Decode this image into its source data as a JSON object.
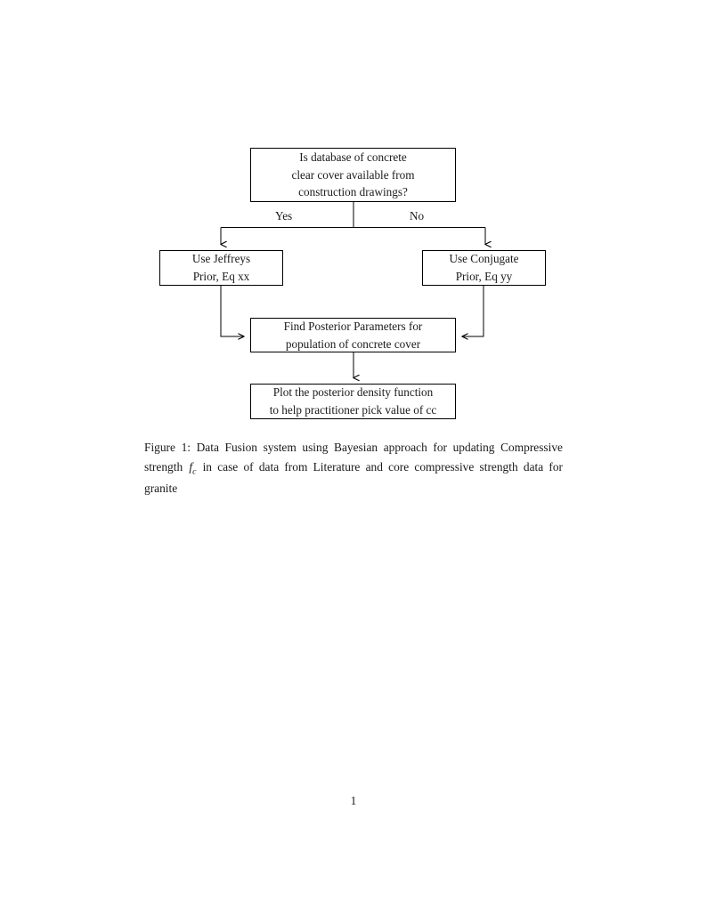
{
  "document": {
    "page_number": "1",
    "background_color": "#ffffff",
    "text_color": "#1a1a1a",
    "line_color": "#000000"
  },
  "figure": {
    "caption_prefix": "Figure 1:",
    "caption_part_1": " Data Fusion system using Bayesian approach for updating Compressive strength ",
    "caption_math_symbol": "f",
    "caption_math_subscript": "c",
    "caption_part_2": " in case of data from Literature and core compressive strength data for granite"
  },
  "flowchart": {
    "nodes": [
      {
        "id": "decision",
        "shape": "rectangle",
        "lines": [
          "Is database of concrete",
          "clear cover available from",
          "construction drawings?"
        ]
      },
      {
        "id": "jeffreys",
        "shape": "rectangle",
        "lines": [
          "Use Jeffreys",
          "Prior, Eq xx"
        ]
      },
      {
        "id": "conjugate",
        "shape": "rectangle",
        "lines": [
          "Use Conjugate",
          "Prior, Eq yy"
        ]
      },
      {
        "id": "posterior",
        "shape": "rectangle",
        "lines": [
          "Find Posterior Parameters for",
          "population of concrete cover"
        ]
      },
      {
        "id": "plot",
        "shape": "rectangle",
        "lines": [
          "Plot the posterior density function",
          "to help practitioner pick value of cc"
        ]
      }
    ],
    "edges": [
      {
        "id": "decision-to-jeffreys",
        "label": "Yes",
        "from": "decision",
        "to": "jeffreys"
      },
      {
        "id": "decision-to-conjugate",
        "label": "No",
        "from": "decision",
        "to": "conjugate"
      },
      {
        "id": "jeffreys-to-posterior",
        "label": "",
        "from": "jeffreys",
        "to": "posterior"
      },
      {
        "id": "conjugate-to-posterior",
        "label": "",
        "from": "conjugate",
        "to": "posterior"
      },
      {
        "id": "posterior-to-plot",
        "label": "",
        "from": "posterior",
        "to": "plot"
      }
    ]
  }
}
